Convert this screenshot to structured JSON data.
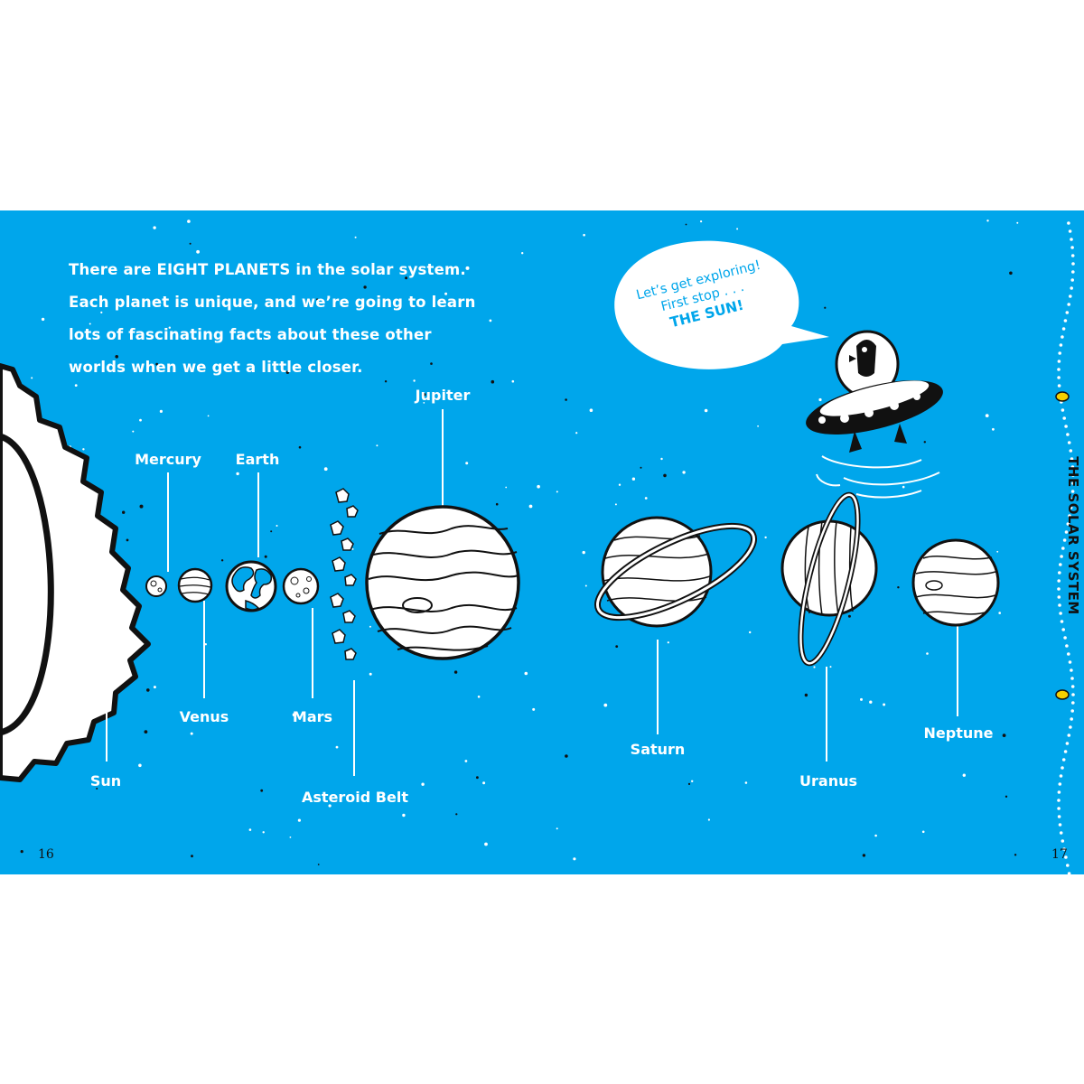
{
  "intro": {
    "part1": "There are ",
    "highlight": "EIGHT PLANETS",
    "part2": " in the solar system. Each planet is unique, and we’re going to learn lots of fascinating facts about these other worlds when we get a little closer."
  },
  "speech_bubble": {
    "line1": "Let’s get exploring!",
    "line2": "First stop . . .",
    "line3": "THE SUN!"
  },
  "labels": {
    "sun": "Sun",
    "mercury": "Mercury",
    "venus": "Venus",
    "earth": "Earth",
    "mars": "Mars",
    "asteroid_belt": "Asteroid Belt",
    "jupiter": "Jupiter",
    "saturn": "Saturn",
    "uranus": "Uranus",
    "neptune": "Neptune"
  },
  "side_title": "THE SOLAR SYSTEM",
  "page_numbers": {
    "left": "16",
    "right": "17"
  },
  "colors": {
    "background": "#00a6eb",
    "ink": "#111111",
    "text": "#ffffff"
  }
}
